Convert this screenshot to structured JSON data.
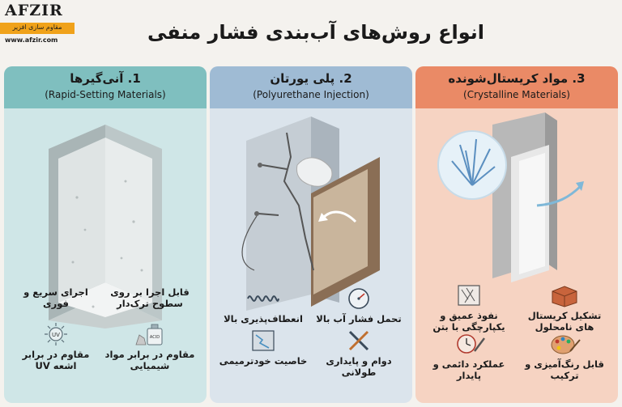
{
  "logo": {
    "brand": "AFZIR",
    "tagline": "مقاوم سازی افزیر",
    "url": "www.afzir.com"
  },
  "title": "انواع روش‌های آب‌بندی فشار منفی",
  "panels": [
    {
      "title_fa": "1. آنی‌گیرها",
      "title_en": "(Rapid-Setting Materials)",
      "features": [
        {
          "label": "قابل اجرا بر روی سطوح ترک‌دار",
          "icon": "cracked-surface-icon"
        },
        {
          "label": "اجرای سریع و فوری",
          "icon": ""
        },
        {
          "label": "مقاوم در برابر مواد شیمیایی",
          "icon": "chemical-bottle-icon"
        },
        {
          "label": "مقاوم در برابر اشعه UV",
          "icon": "uv-sun-icon"
        }
      ],
      "icon_texts": {
        "acid": "ACID",
        "uv": "UV"
      }
    },
    {
      "title_fa": "2. پلی یورتان",
      "title_en": "(Polyurethane Injection)",
      "features": [
        {
          "label": "تحمل فشار آب بالا",
          "icon": "pressure-gauge-icon"
        },
        {
          "label": "انعطاف‌پذیری بالا",
          "icon": "spring-coil-icon"
        },
        {
          "label": "دوام و پایداری طولانی",
          "icon": "tools-icon"
        },
        {
          "label": "خاصیت خودترمیمی",
          "icon": "self-healing-crack-icon"
        }
      ]
    },
    {
      "title_fa": "3. مواد کریستال‌شونده",
      "title_en": "(Crystalline Materials)",
      "features": [
        {
          "label": "تشکیل کریستال های نامحلول",
          "icon": "box-icon"
        },
        {
          "label": "نفوذ عمیق و یکپارچگی با بتن",
          "icon": "crystal-penetration-icon"
        },
        {
          "label": "قابل رنگ‌آمیزی و ترکیب",
          "icon": "paint-palette-icon"
        },
        {
          "label": "عملکرد دائمی و پایدار",
          "icon": "clock-wrench-icon"
        }
      ]
    }
  ],
  "colors": {
    "panel1": "#7fbfbf",
    "panel2": "#9fbbd4",
    "panel3": "#ea8a66",
    "accent": "#f0a21a"
  }
}
